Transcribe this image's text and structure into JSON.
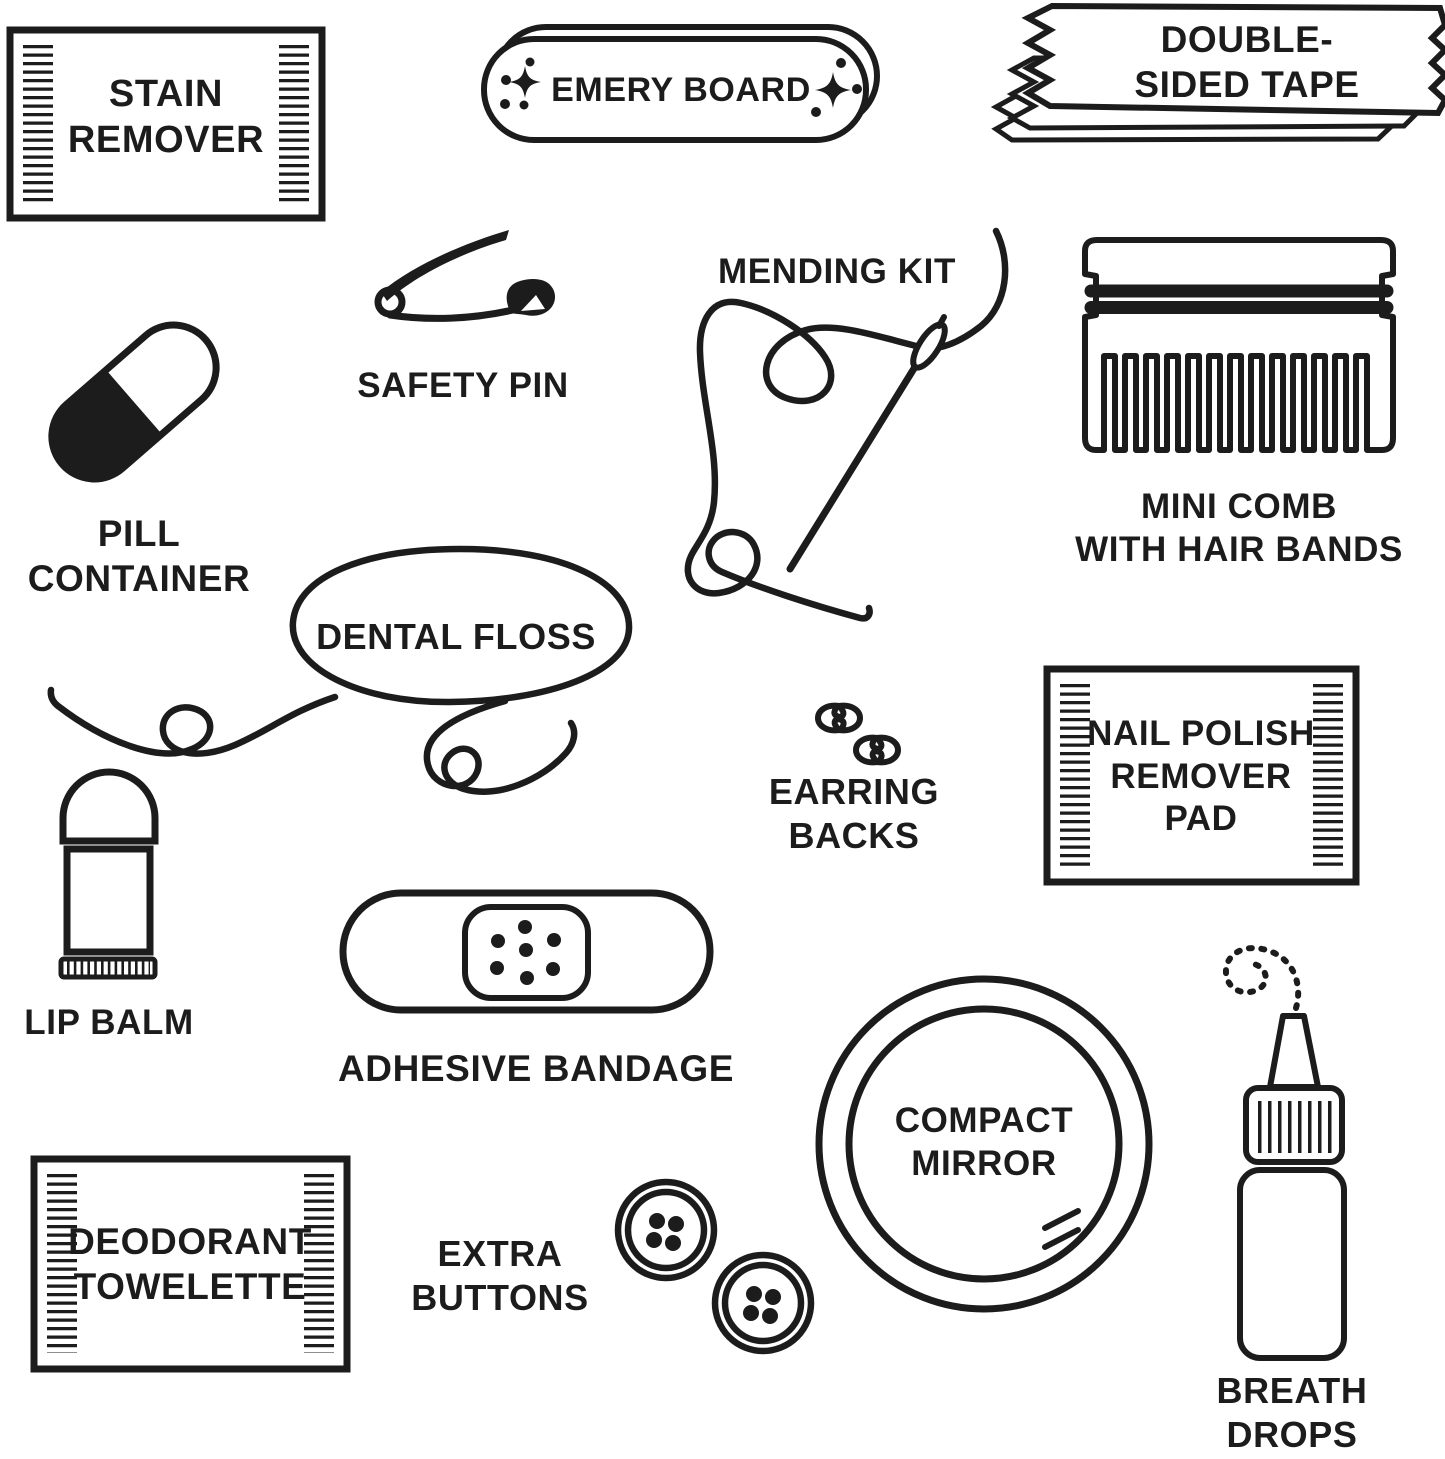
{
  "ink_color": "#1c1c1c",
  "background_color": "#ffffff",
  "items": {
    "stain_remover": {
      "name": "Stain remover packet",
      "icon": "stain-remover-packet-icon",
      "line1": "STAIN",
      "line2": "REMOVER"
    },
    "emery_board": {
      "name": "Emery board",
      "icon": "emery-board-icon",
      "line1": "EMERY BOARD"
    },
    "double_sided_tape": {
      "name": "Double-sided tape",
      "icon": "double-sided-tape-icon",
      "line1": "DOUBLE-",
      "line2": "SIDED TAPE"
    },
    "safety_pin": {
      "name": "Safety pin",
      "icon": "safety-pin-icon",
      "line1": "SAFETY PIN"
    },
    "mending_kit": {
      "name": "Mending kit",
      "icon": "needle-and-thread-icon",
      "line1": "MENDING KIT"
    },
    "mini_comb": {
      "name": "Mini comb with hair bands",
      "icon": "comb-with-hair-bands-icon",
      "line1": "MINI COMB",
      "line2": "WITH HAIR BANDS"
    },
    "pill_container": {
      "name": "Pill container",
      "icon": "capsule-pill-icon",
      "line1": "PILL",
      "line2": "CONTAINER"
    },
    "dental_floss": {
      "name": "Dental floss",
      "icon": "floss-strand-icon",
      "line1": "DENTAL FLOSS"
    },
    "earring_backs": {
      "name": "Earring backs",
      "icon": "earring-backs-icon",
      "line1": "EARRING",
      "line2": "BACKS"
    },
    "nail_polish_pad": {
      "name": "Nail polish remover pad",
      "icon": "nail-polish-pad-packet-icon",
      "line1": "NAIL POLISH",
      "line2": "REMOVER",
      "line3": "PAD"
    },
    "lip_balm": {
      "name": "Lip balm",
      "icon": "lip-balm-stick-icon",
      "line1": "LIP BALM"
    },
    "adhesive_bandage": {
      "name": "Adhesive bandage",
      "icon": "adhesive-bandage-icon",
      "line1": "ADHESIVE BANDAGE"
    },
    "compact_mirror": {
      "name": "Compact mirror",
      "icon": "compact-mirror-icon",
      "line1": "COMPACT",
      "line2": "MIRROR"
    },
    "extra_buttons": {
      "name": "Extra buttons",
      "icon": "buttons-icon",
      "line1": "EXTRA",
      "line2": "BUTTONS"
    },
    "deodorant_towelette": {
      "name": "Deodorant towelette",
      "icon": "deodorant-towelette-packet-icon",
      "line1": "DEODORANT",
      "line2": "TOWELETTE"
    },
    "breath_drops": {
      "name": "Breath drops",
      "icon": "dropper-bottle-icon",
      "line1": "BREATH",
      "line2": "DROPS"
    }
  }
}
